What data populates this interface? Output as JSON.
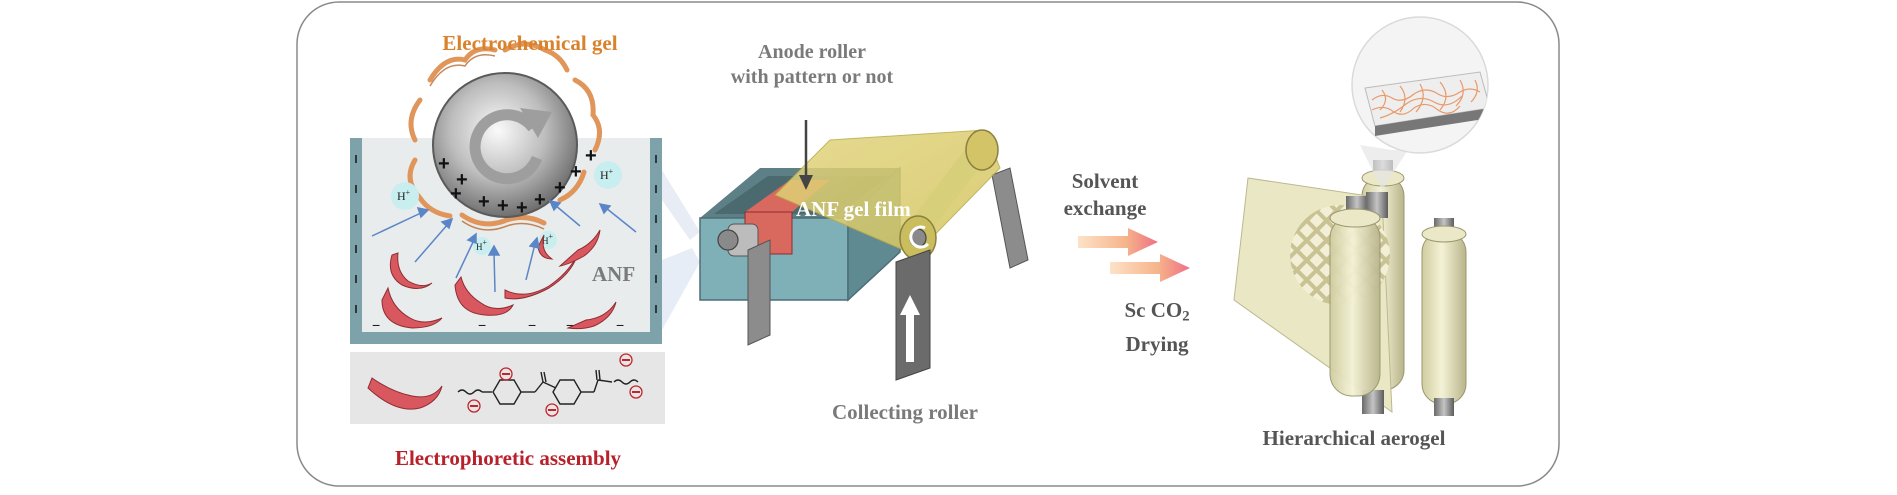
{
  "labels": {
    "electrochemical_gel": "Electrochemical gel",
    "anode_roller_line1": "Anode roller",
    "anode_roller_line2": "with pattern or not",
    "anf_gel_film": "ANF gel film",
    "anf": "ANF",
    "collecting_roller": "Collecting roller",
    "electrophoretic_assembly": "Electrophoretic assembly",
    "solvent_line1": "Solvent",
    "solvent_line2": "exchange",
    "sc_co": "Sc CO",
    "sc_sub": "2",
    "drying": "Drying",
    "hierarchical_aerogel": "Hierarchical aerogel",
    "h_plus": "H",
    "plus": "+",
    "minus": "−"
  },
  "colors": {
    "orange_text": "#d9822b",
    "red_text": "#b8202a",
    "gray_text": "#7a7a7a",
    "fiber": "#d9575e",
    "gel_film": "#e6d98a",
    "bath_wall": "#7da2aa",
    "bath_inner": "#e9ecec",
    "aerogel_sheet": "#eae7c4",
    "arrow_pink": "#ef6f86",
    "arrow_orange": "#f6b48a",
    "blue_arrow": "#5a86c8"
  },
  "icons": [
    "rotation-icon",
    "up-arrow-icon",
    "process-arrow-icon"
  ]
}
